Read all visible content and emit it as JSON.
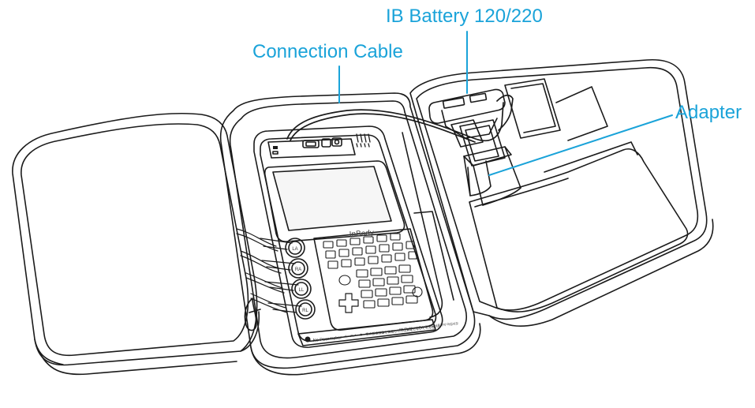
{
  "colors": {
    "callout": "#1aa3d9",
    "line": "#1b1b1b",
    "background": "#ffffff"
  },
  "callouts": {
    "battery": "IB Battery 120/220",
    "cable": "Connection Cable",
    "adapter": "Adapter"
  },
  "device": {
    "brand": "InBody",
    "electrodes": [
      "LA",
      "RA",
      "LL",
      "RL"
    ],
    "footer_text": "No Pacemaker",
    "footer_note": "ペースメーカー等の医療機器を装着した方は測定しないでください。",
    "footer_note_en": "(OUT) ON KNOW 검사실 사용하지 마십시오"
  },
  "icons": {
    "speaker": "speaker-grille-icon",
    "usb": "usb-port-icon",
    "power": "power-port-icon",
    "dpad": "dpad-icon"
  }
}
